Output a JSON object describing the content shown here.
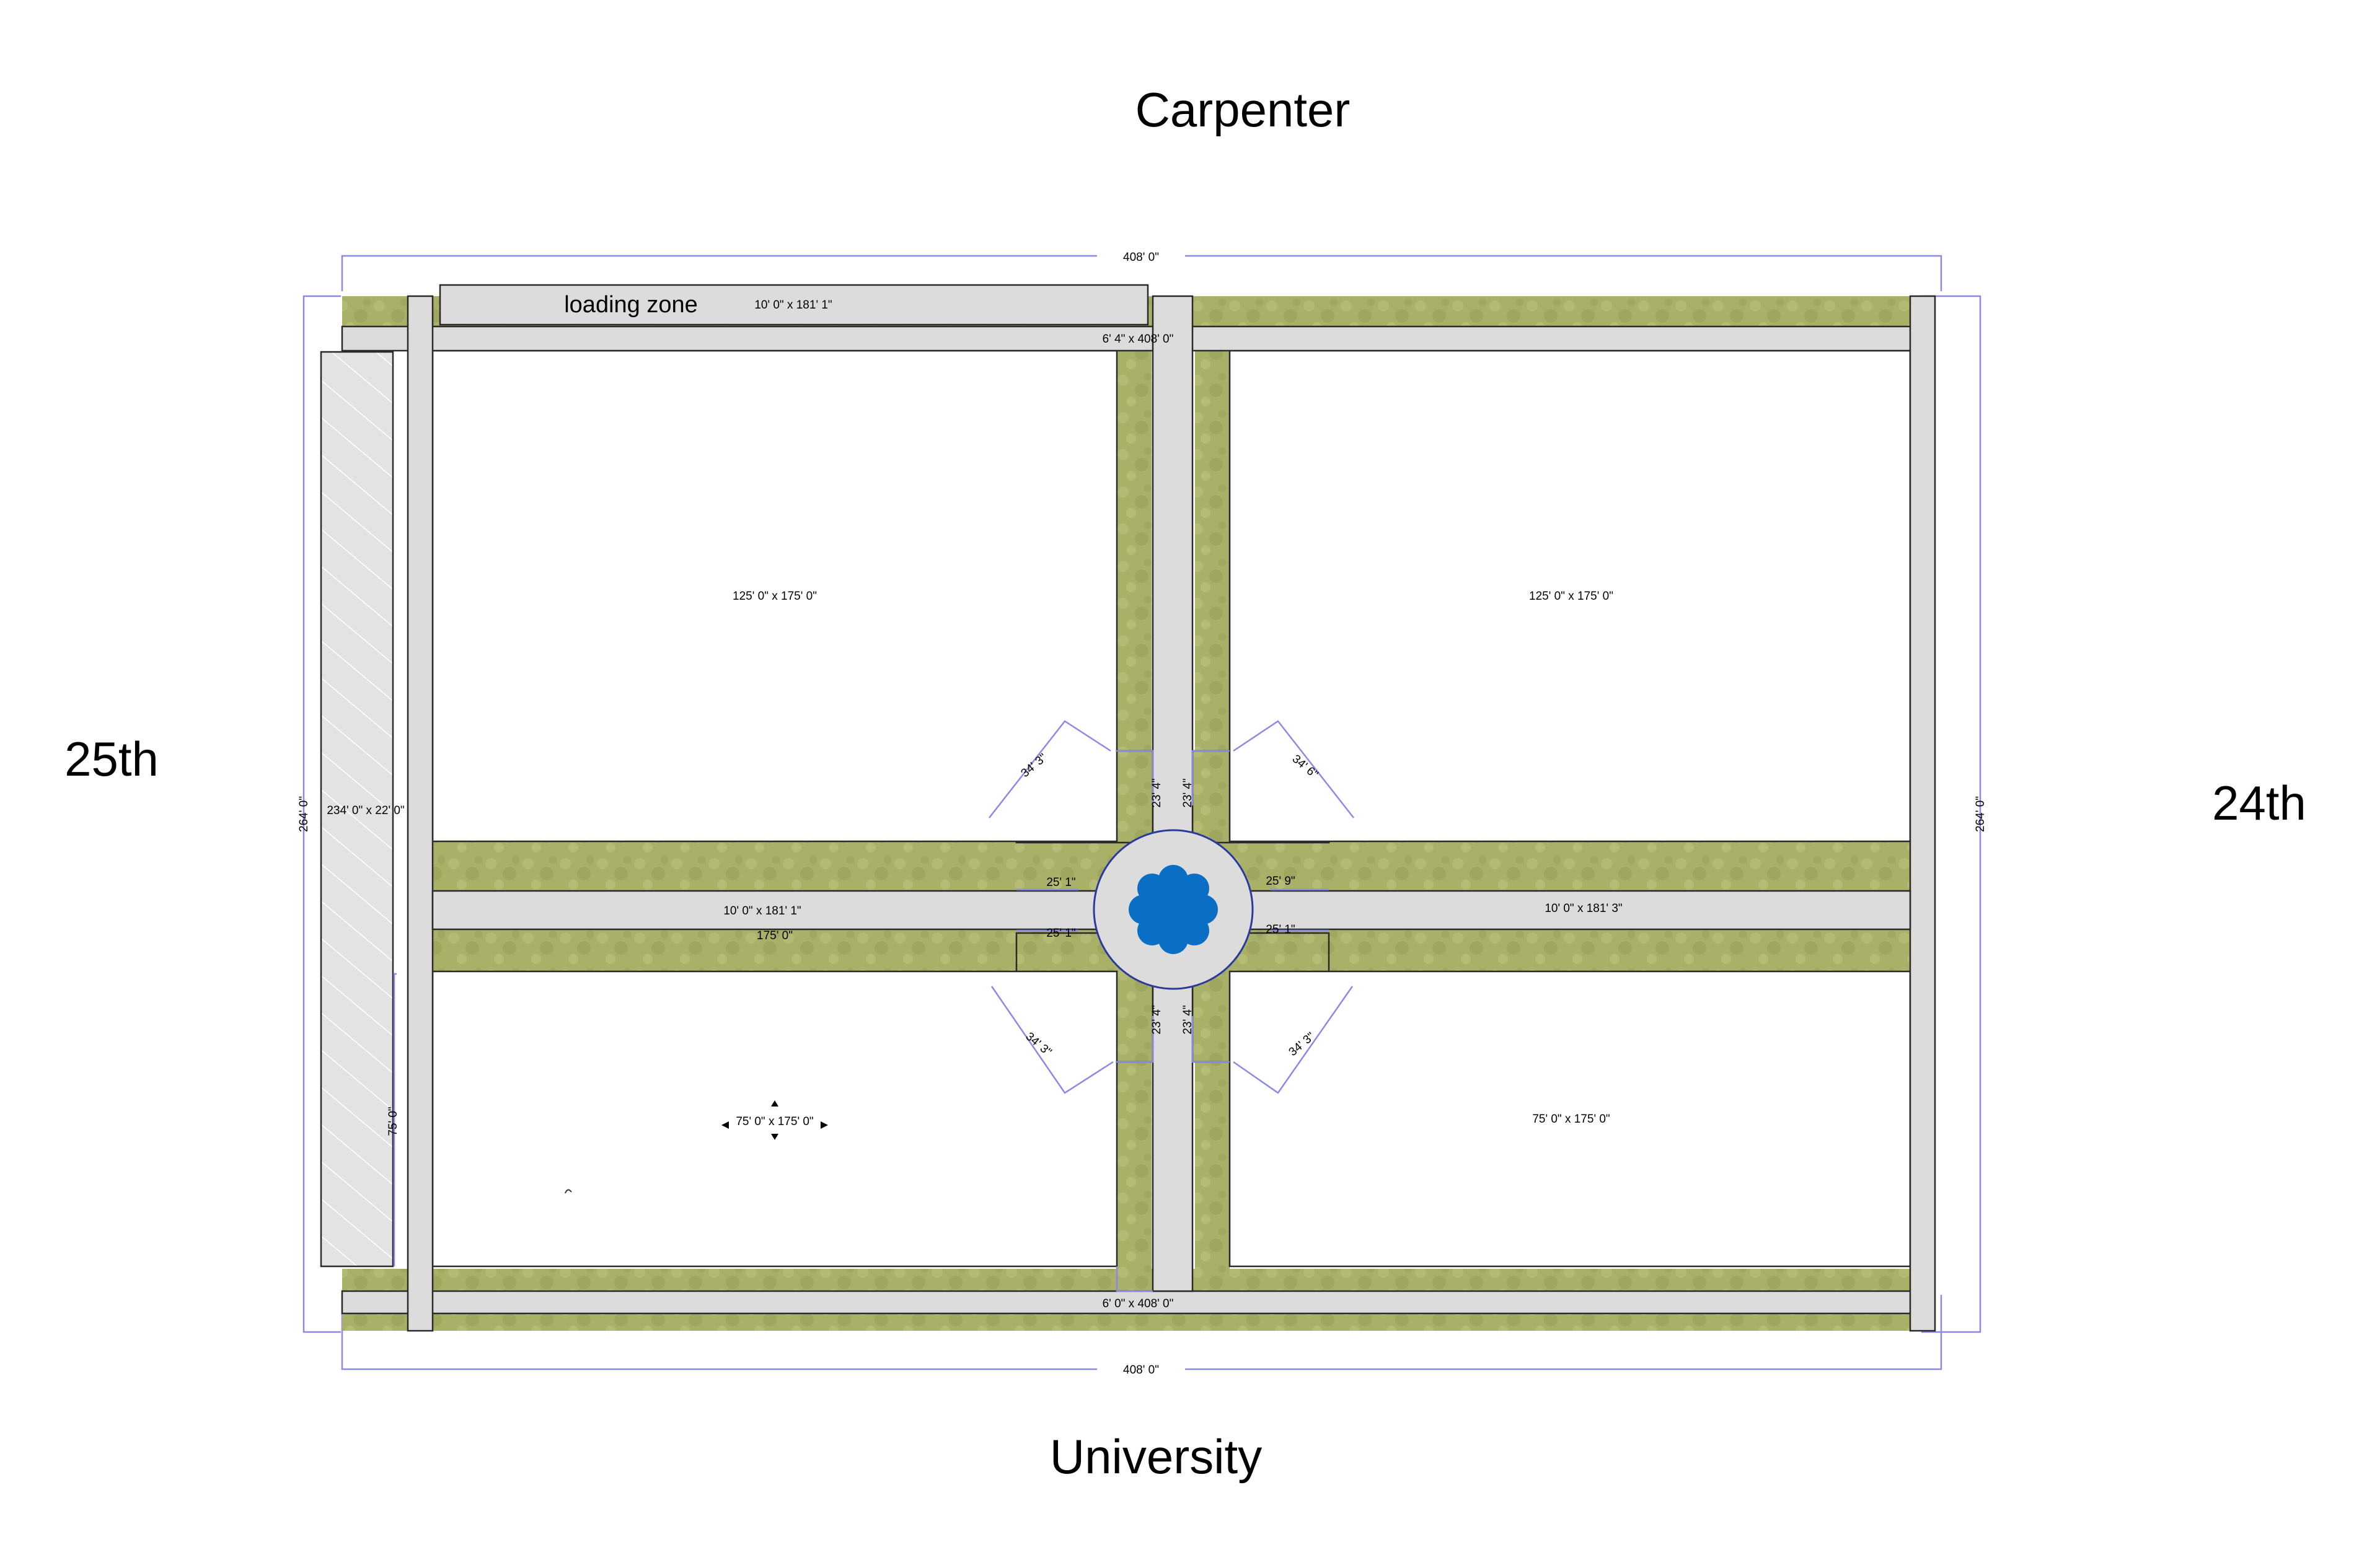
{
  "streets": {
    "north": "Carpenter",
    "south": "University",
    "west": "25th",
    "east": "24th"
  },
  "labels": {
    "loading_zone": "loading  zone",
    "loading_zone_dim": "10' 0\" x 181' 1\"",
    "top_walk_dim": "6' 4\" x 408' 0\"",
    "bottom_walk_dim": "6' 0\" x 408' 0\"",
    "overall_width_top": "408' 0\"",
    "overall_width_bottom": "408' 0\"",
    "overall_height_left": "264' 0\"",
    "overall_height_right": "264' 0\"",
    "parking_dim": "234' 0\" x 22' 0\"",
    "lot_nw_dim": "125' 0\" x 175' 0\"",
    "lot_ne_dim": "125' 0\" x 175' 0\"",
    "lot_sw_dim": "75' 0\" x 175' 0\"",
    "lot_se_dim": "75' 0\" x 175' 0\"",
    "west_walk_dim": "10' 0\" x 181' 1\"",
    "east_walk_dim": "10' 0\" x 181' 3\"",
    "west_walk_length": "175' 0\"",
    "sw_lot_height": "75' 0\"",
    "plaza_nw_radius": "34' 3\"",
    "plaza_ne_radius": "34' 6\"",
    "plaza_sw_radius": "34' 3\"",
    "plaza_se_radius": "34' 3\"",
    "plaza_west_a": "25' 1\"",
    "plaza_west_b": "25' 1\"",
    "plaza_east_a": "25' 9\"",
    "plaza_east_b": "25' 1\"",
    "plaza_north_a": "23' 4\"",
    "plaza_north_b": "23' 4\"",
    "plaza_south_a": "23' 4\"",
    "plaza_south_b": "23' 4\""
  },
  "colors": {
    "grass": "#a9b068",
    "walkway": "#dcdcdc",
    "fountain": "#0a6fc4",
    "dimension_line": "#8a8ae6",
    "parking": "#e3e3e3"
  },
  "icons": {
    "fountain": "fountain-icon",
    "move_handle": "move-arrows-icon"
  }
}
